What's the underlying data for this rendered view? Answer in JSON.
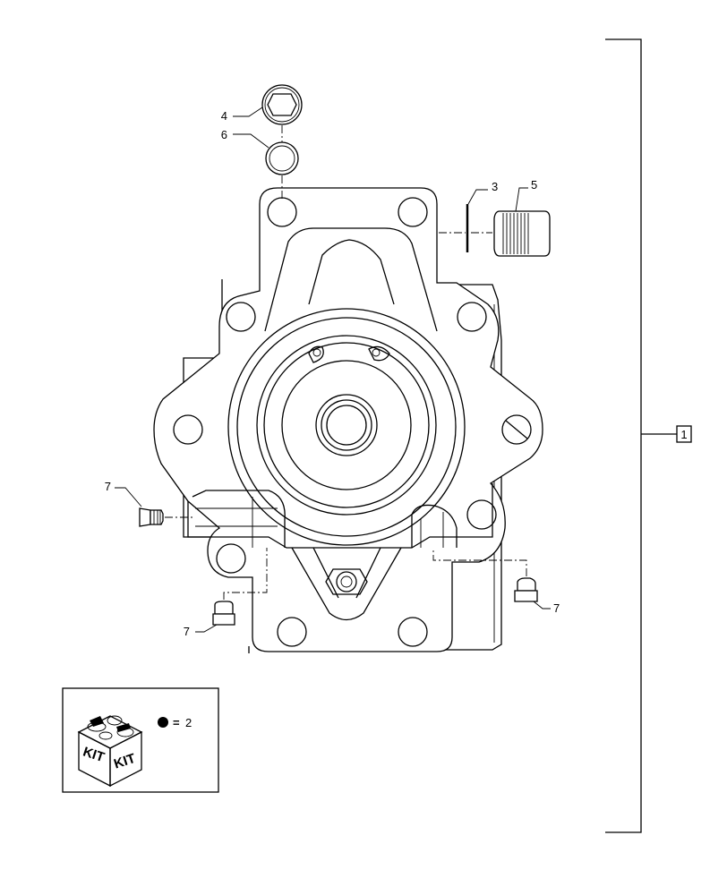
{
  "callouts": {
    "c1": "1",
    "c3": "3",
    "c4": "4",
    "c5": "5",
    "c6": "6",
    "c7a": "7",
    "c7b": "7",
    "c7c": "7"
  },
  "kit": {
    "label_left": "KIT",
    "label_right": "KIT",
    "legend_equals": "=",
    "legend_qty": "2"
  },
  "icons": {
    "kit_box": "kit-box-icon",
    "bullet": "filled-circle-bullet-icon"
  },
  "colors": {
    "line": "#000000",
    "background": "#ffffff"
  }
}
